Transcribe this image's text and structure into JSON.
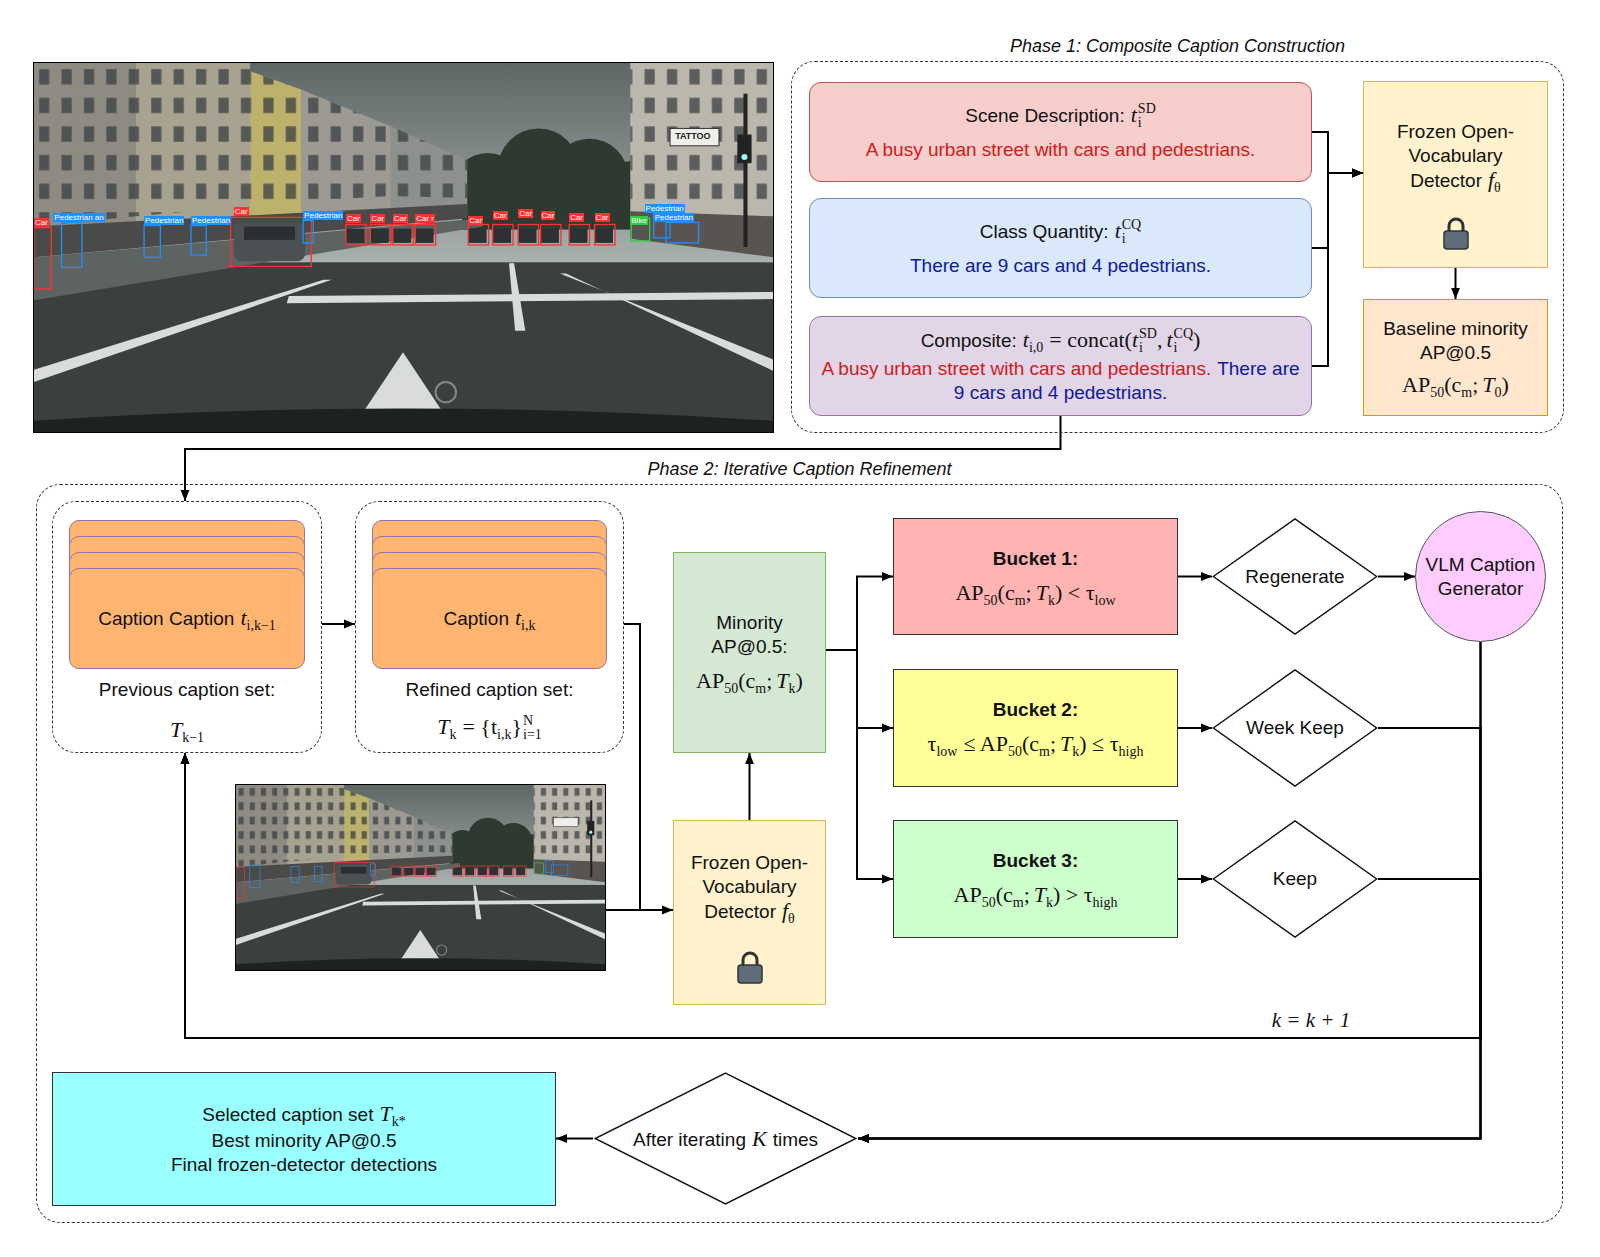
{
  "diagram": {
    "nodes": [
      {
        "text": [
          "Phase 1: Composite Caption Construction"
        ]
      },
      {
        "text": [
          "Scene Description:",
          "t",
          "i",
          "SD",
          "A busy urban street with cars and pedestrians."
        ],
        "in": 0
      },
      {
        "text": [
          "Class Quantity:",
          "t",
          "i",
          "CQ",
          "There are 9 cars and 4 pedestrians."
        ],
        "in": 0
      },
      {
        "text": [
          "Composite:",
          "t",
          "i,0",
          "= concat(",
          "t",
          "i",
          "SD",
          ",",
          "t",
          "i",
          "CQ",
          ")",
          "A busy urban street with cars and pedestrians.",
          "There are 9 cars and 4 pedestrians."
        ],
        "in": 0
      },
      {
        "text": [
          "Frozen Open-Vocabulary Detector",
          "f",
          "θ"
        ],
        "in": 0
      },
      {
        "text": [
          "Baseline minority AP@0.5",
          "AP",
          "50",
          "(c",
          "m",
          ";",
          "T",
          "0",
          ")"
        ],
        "in": 0
      },
      {
        "text": [
          "Phase 2: Iterative Caption Refinement"
        ]
      },
      {
        "text": [
          "Previous caption set:",
          "T",
          "k−1"
        ],
        "in": 6
      },
      {
        "text": [
          "Caption Caption",
          "t",
          "i,k−1"
        ],
        "in": 7
      },
      {
        "text": [
          "Refined caption set:",
          "T",
          "k",
          "= {t",
          "i,k",
          "}",
          "N",
          "i=1"
        ],
        "in": 6
      },
      {
        "text": [
          "Caption",
          "t",
          "i,k"
        ],
        "in": 9
      },
      {
        "text": [
          "Minority AP@0.5:",
          "AP",
          "50",
          "(c",
          "m",
          ";",
          "T",
          "k",
          ")"
        ],
        "in": 6
      },
      {
        "text": [
          "Frozen Open-Vocabulary Detector",
          "f",
          "θ"
        ],
        "in": 6
      },
      {
        "text": [
          "Bucket 1:",
          "AP",
          "50",
          "(c",
          "m",
          ";",
          "T",
          "k",
          ") < τ",
          "low"
        ],
        "in": 6
      },
      {
        "text": [
          "Bucket 2:",
          "τ",
          "low",
          "≤ AP",
          "50",
          "(c",
          "m",
          ";",
          "T",
          "k",
          ") ≤ τ",
          "high"
        ],
        "in": 6
      },
      {
        "text": [
          "Bucket 3:",
          "AP",
          "50",
          "(c",
          "m",
          ";",
          "T",
          "k",
          ") > τ",
          "high"
        ],
        "in": 6
      },
      {
        "text": [
          "Regenerate"
        ],
        "in": 6
      },
      {
        "text": [
          "Week Keep"
        ],
        "in": 6
      },
      {
        "text": [
          "Keep"
        ],
        "in": 6
      },
      {
        "text": [
          "VLM Caption Generator"
        ],
        "in": 6
      },
      {
        "text": [
          "After iterating",
          "K",
          "times"
        ],
        "in": 6
      },
      {
        "text": [
          "Selected caption set",
          "T",
          "k*",
          "Best minority AP@0.5",
          "Final frozen-detector detections"
        ],
        "in": 6
      }
    ],
    "edges": [
      {
        "from": 1,
        "to": 4,
        "arrow": "to"
      },
      {
        "from": 2,
        "to": 4,
        "arrow": "to"
      },
      {
        "from": 3,
        "to": 4,
        "arrow": "to"
      },
      {
        "from": 4,
        "to": 5,
        "arrow": "to"
      },
      {
        "from": 3,
        "to": 7,
        "arrow": "to"
      },
      {
        "from": 7,
        "to": 9,
        "arrow": "to"
      },
      {
        "from": 9,
        "to": 12,
        "arrow": "to"
      },
      {
        "from": 12,
        "to": 11,
        "arrow": "to"
      },
      {
        "from": 11,
        "to": 13,
        "arrow": "to"
      },
      {
        "from": 11,
        "to": 14,
        "arrow": "to"
      },
      {
        "from": 11,
        "to": 15,
        "arrow": "to"
      },
      {
        "from": 13,
        "to": 16,
        "arrow": "to"
      },
      {
        "from": 14,
        "to": 17,
        "arrow": "to"
      },
      {
        "from": 15,
        "to": 18,
        "arrow": "to"
      },
      {
        "from": 16,
        "to": 19,
        "arrow": "to"
      },
      {
        "from": 19,
        "to": 7,
        "label": "k = k + 1",
        "arrow": "to"
      },
      {
        "from": 17,
        "to": 7,
        "arrow": "to"
      },
      {
        "from": 18,
        "to": 7,
        "arrow": "to"
      },
      {
        "from": 19,
        "to": 20,
        "arrow": "to"
      },
      {
        "from": 17,
        "to": 20,
        "arrow": "to"
      },
      {
        "from": 18,
        "to": 20,
        "arrow": "to"
      },
      {
        "from": 20,
        "to": 21,
        "arrow": "to"
      }
    ],
    "labels": [
      "Car",
      "Pedestrian an",
      "Pedestrian",
      "Pedestrian",
      "Car",
      "Pedestrian",
      "Car",
      "Car",
      "Car",
      "Car r",
      "Car",
      "Car",
      "Car",
      "Car",
      "Car",
      "Car",
      "Bike",
      "Pedestrian",
      "Pedestrian",
      "TATTOO"
    ]
  }
}
